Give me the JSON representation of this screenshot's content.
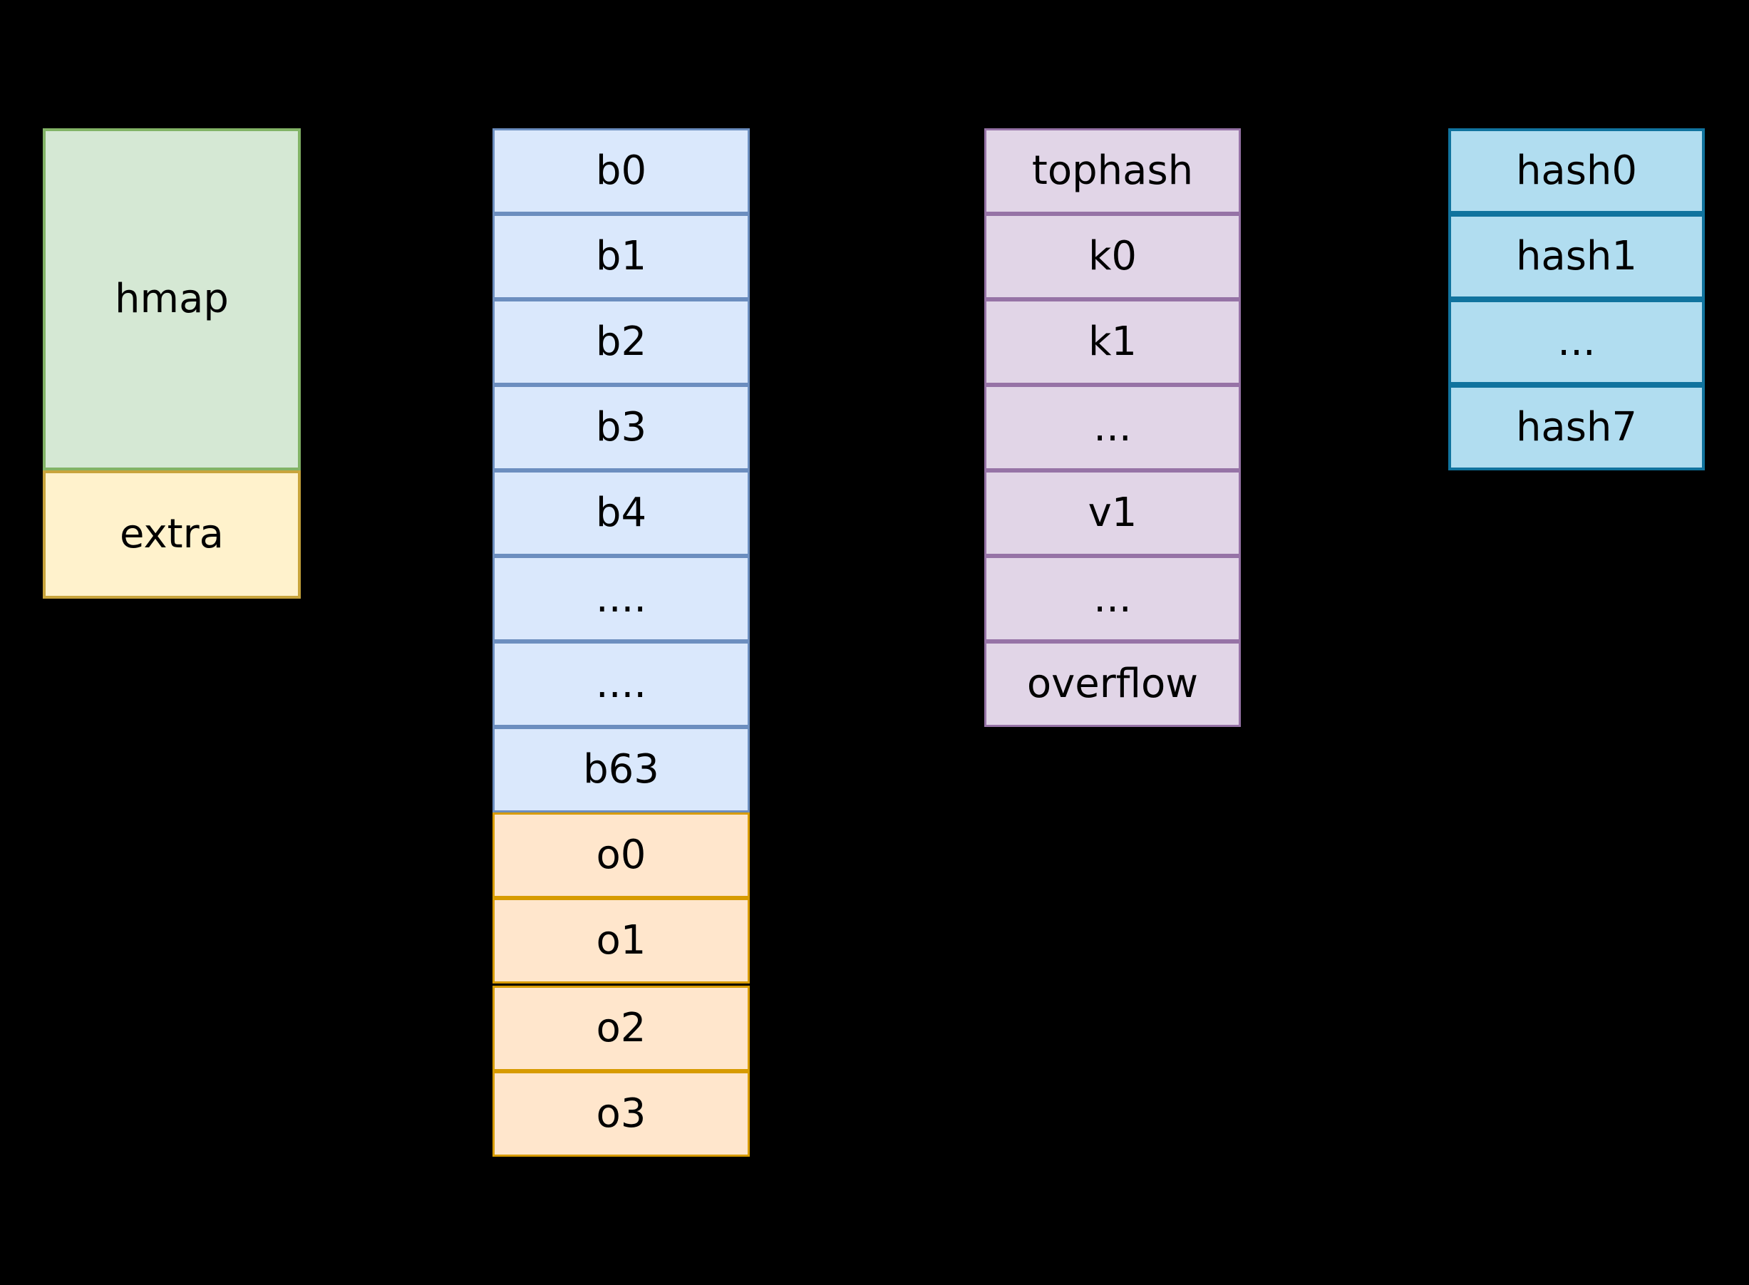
{
  "background_color": "#000000",
  "hmap_column": {
    "hmap": {
      "label": "hmap",
      "fill": "#D5E8D4",
      "stroke": "#82B366"
    },
    "extra": {
      "label": "extra",
      "fill": "#FFF2CC",
      "stroke": "#C8A43C"
    }
  },
  "buckets_column": {
    "fill": "#DAE8FC",
    "stroke": "#6C8EBF",
    "bucket_cells": [
      "b0",
      "b1",
      "b2",
      "b3",
      "b4",
      "....",
      "....",
      "b63"
    ],
    "overflow_fill": "#FFE6CC",
    "overflow_stroke": "#D79B00",
    "overflow_cells": [
      "o0",
      "o1",
      "o2",
      "o3"
    ]
  },
  "bucket_struct_column": {
    "fill": "#E1D5E7",
    "stroke": "#9673A6",
    "cells": [
      "tophash",
      "k0",
      "k1",
      "...",
      "v1",
      "...",
      "overflow"
    ]
  },
  "hash_column": {
    "fill": "#B1DDF0",
    "stroke": "#10739E",
    "cells": [
      "hash0",
      "hash1",
      "...",
      "hash7"
    ]
  }
}
